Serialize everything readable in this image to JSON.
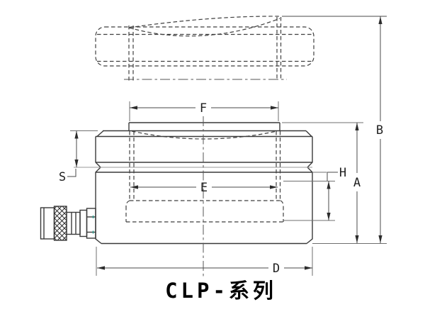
{
  "title": "CLP-系列",
  "dimension_labels": {
    "f": "F",
    "b": "B",
    "s": "S",
    "h": "H",
    "a": "A",
    "e": "E",
    "d": "D"
  }
}
